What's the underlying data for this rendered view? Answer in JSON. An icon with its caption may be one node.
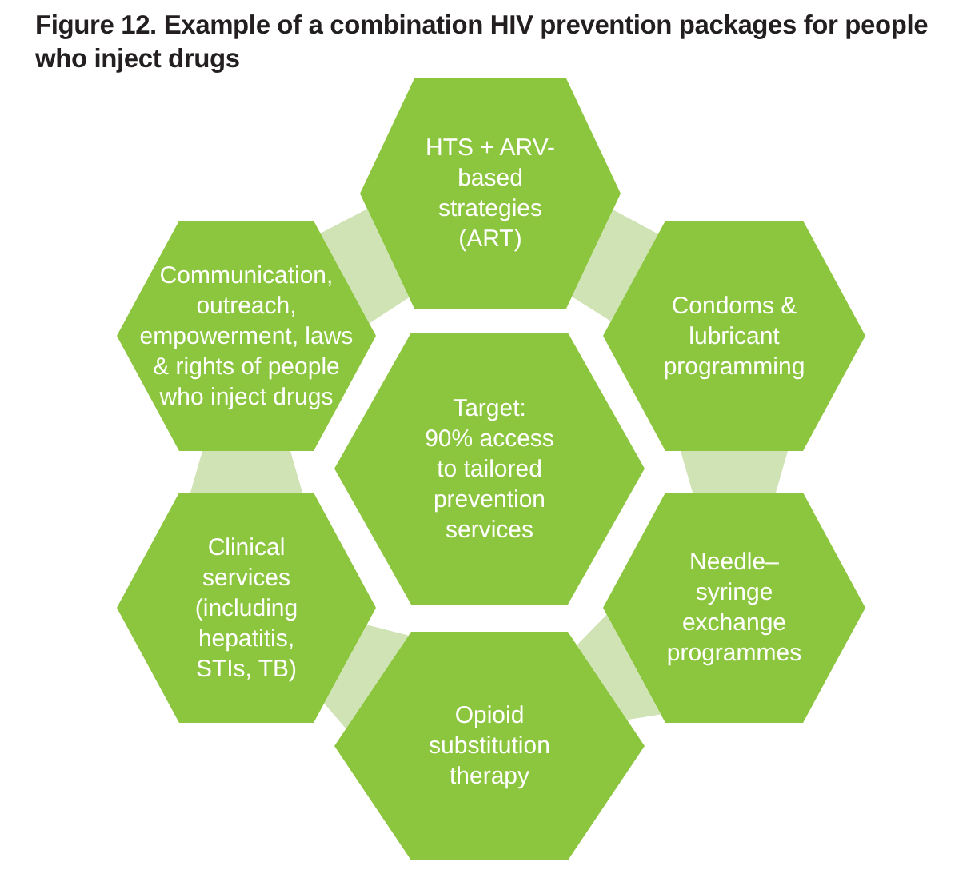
{
  "diagram": {
    "title": "Figure 12. Example of a combination HIV prevention packages for people who inject drugs",
    "nodes": [
      {
        "text": [
          "HTS + ARV-based strategies (ART)"
        ]
      },
      {
        "text": [
          "Communication, outreach, empowerment, laws & rights of people who inject drugs"
        ]
      },
      {
        "text": [
          "Condoms & lubricant programming"
        ]
      },
      {
        "text": [
          "Target:",
          "90% access to tailored prevention services"
        ]
      },
      {
        "text": [
          "Clinical services (including hepatitis, STIs, TB)"
        ]
      },
      {
        "text": [
          "Needle–syringe exchange programmes"
        ]
      },
      {
        "text": [
          "Opioid substitution therapy"
        ]
      }
    ],
    "edges": [
      {
        "from": 1,
        "to": 0,
        "arrow": "none",
        "style": "thick"
      },
      {
        "from": 0,
        "to": 2,
        "arrow": "none",
        "style": "thick"
      },
      {
        "from": 2,
        "to": 5,
        "arrow": "none",
        "style": "thick"
      },
      {
        "from": 5,
        "to": 6,
        "arrow": "none",
        "style": "thick"
      },
      {
        "from": 6,
        "to": 4,
        "arrow": "none",
        "style": "thick"
      },
      {
        "from": 4,
        "to": 1,
        "arrow": "none",
        "style": "thick"
      }
    ]
  }
}
